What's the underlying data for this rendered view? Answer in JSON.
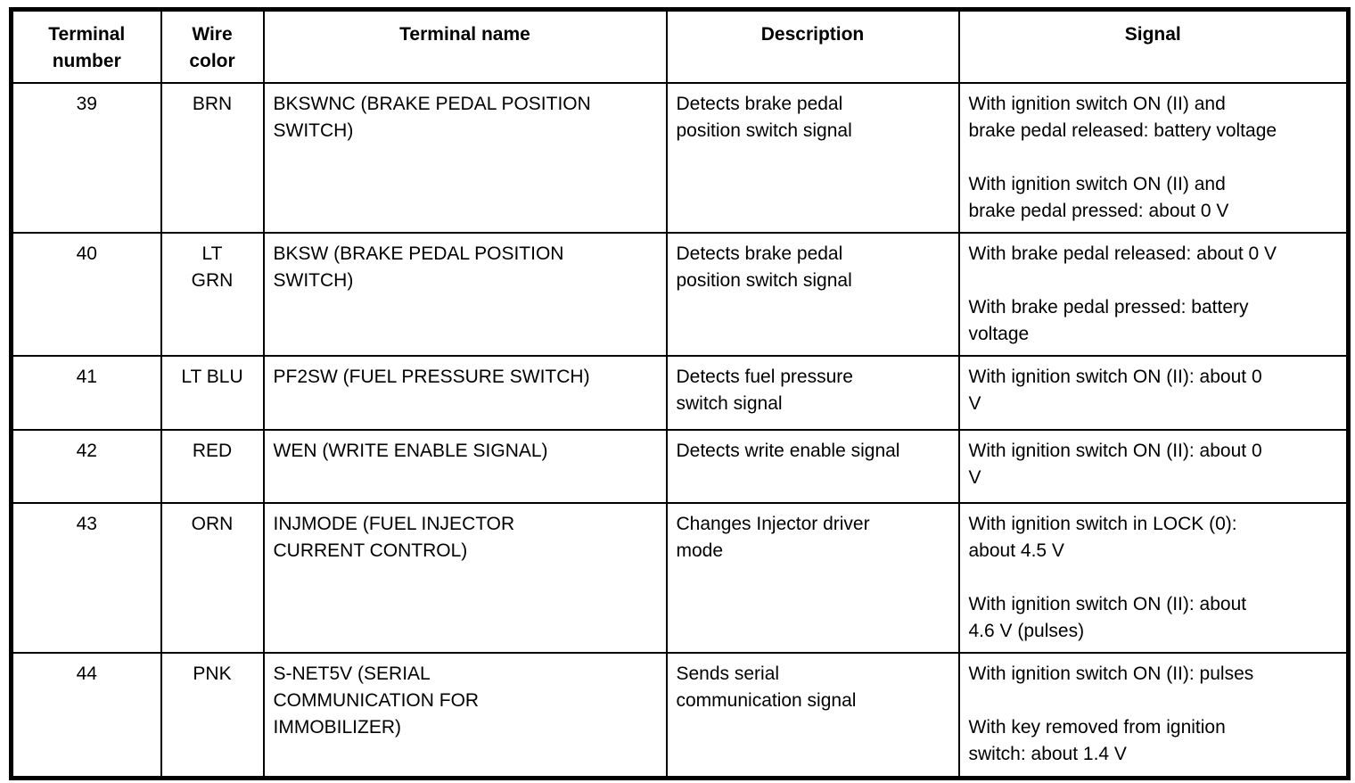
{
  "colors": {
    "background": "#ffffff",
    "border": "#000000",
    "text": "#000000"
  },
  "table": {
    "headers": {
      "terminal_number": "Terminal\nnumber",
      "wire_color": "Wire\ncolor",
      "terminal_name": "Terminal name",
      "description": "Description",
      "signal": "Signal"
    },
    "rows": [
      {
        "terminal_number": "39",
        "wire_color": "BRN",
        "terminal_name": "BKSWNC (BRAKE PEDAL POSITION\nSWITCH)",
        "description": "Detects brake pedal\nposition switch signal",
        "signal": "With ignition switch ON (II) and\nbrake pedal released: battery voltage\n\nWith ignition switch ON (II) and\nbrake pedal pressed: about 0 V"
      },
      {
        "terminal_number": "40",
        "wire_color": "LT\nGRN",
        "terminal_name": "BKSW (BRAKE PEDAL POSITION\nSWITCH)",
        "description": "Detects brake pedal\nposition switch signal",
        "signal": "With brake pedal released: about 0 V\n\nWith brake pedal pressed: battery\nvoltage"
      },
      {
        "terminal_number": "41",
        "wire_color": "LT BLU",
        "terminal_name": "PF2SW (FUEL PRESSURE SWITCH)",
        "description": "Detects fuel pressure\nswitch signal",
        "signal": "With ignition switch ON (II): about 0\nV"
      },
      {
        "terminal_number": "42",
        "wire_color": "RED",
        "terminal_name": "WEN (WRITE ENABLE SIGNAL)",
        "description": "Detects write enable signal",
        "signal": "With ignition switch ON (II): about 0\nV"
      },
      {
        "terminal_number": "43",
        "wire_color": "ORN",
        "terminal_name": "INJMODE (FUEL INJECTOR\nCURRENT CONTROL)",
        "description": "Changes Injector driver\nmode",
        "signal": "With ignition switch in LOCK (0):\nabout 4.5 V\n\nWith ignition switch ON (II): about\n4.6 V (pulses)"
      },
      {
        "terminal_number": "44",
        "wire_color": "PNK",
        "terminal_name": "S-NET5V (SERIAL\nCOMMUNICATION FOR\nIMMOBILIZER)",
        "description": "Sends serial\ncommunication signal",
        "signal": "With ignition switch ON (II): pulses\n\nWith key removed from ignition\nswitch: about 1.4 V"
      }
    ]
  }
}
